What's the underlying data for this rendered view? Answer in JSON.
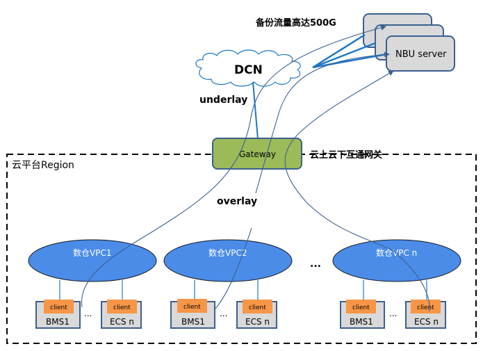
{
  "title_note": "备份流量高达500G",
  "dcn": {
    "label": "DCN"
  },
  "underlay_label": "underlay",
  "overlay_label": "overlay",
  "gateway": {
    "label": "Gateway",
    "caption": "云上云下互通网关"
  },
  "region": {
    "label": "云平台Region"
  },
  "nbu_server": {
    "label": "NBU server"
  },
  "vpcs": [
    {
      "label": "数仓VPC1",
      "hosts": [
        {
          "name": "BMS1",
          "badge": "client"
        },
        {
          "name": "ECS n",
          "badge": "client"
        }
      ]
    },
    {
      "label": "数仓VPC2",
      "hosts": [
        {
          "name": "BMS1",
          "badge": "client"
        },
        {
          "name": "ECS n",
          "badge": "client"
        }
      ]
    },
    {
      "label": "数仓VPC n",
      "hosts": [
        {
          "name": "BMS1",
          "badge": "client"
        },
        {
          "name": "ECS n",
          "badge": "client"
        }
      ]
    }
  ],
  "ellipsis": "...",
  "colors": {
    "vpc_fill": "#4a8ce8",
    "gateway_fill": "#9bbb59",
    "client_fill": "#f79646",
    "host_fill": "#d9d9d9",
    "border": "#3c5f8f",
    "link": "#1f77c8"
  }
}
